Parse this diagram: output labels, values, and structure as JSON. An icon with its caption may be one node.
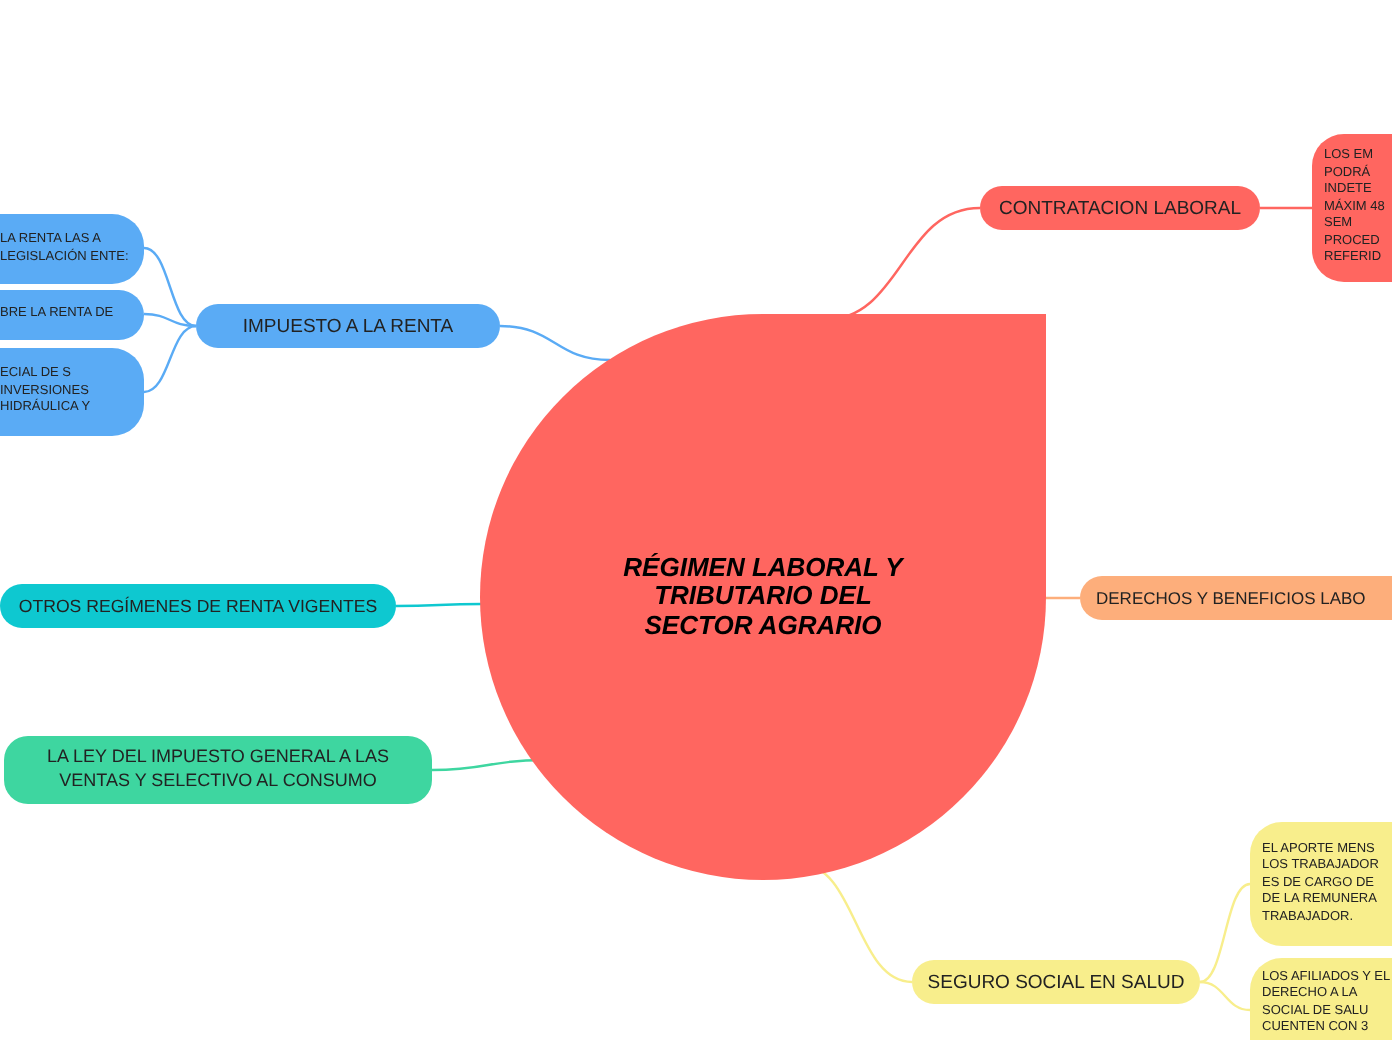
{
  "diagram": {
    "nodes": [
      {
        "text": [
          "RÉGIMEN LABORAL Y TRIBUTARIO DEL SECTOR AGRARIO"
        ]
      },
      {
        "text": [
          "CONTRATACION LABORAL"
        ]
      },
      {
        "text": [
          "LOS EM PODRÁ INDETE MÁXIM 48 SEM PROCED REFERID"
        ]
      },
      {
        "text": [
          "DERECHOS Y BENEFICIOS LABO"
        ]
      },
      {
        "text": [
          "SEGURO SOCIAL EN SALUD"
        ]
      },
      {
        "text": [
          "EL APORTE MENS LOS TRABAJADOR ES DE CARGO DE DE LA REMUNERA TRABAJADOR."
        ]
      },
      {
        "text": [
          "LOS AFILIADOS Y EL DERECHO A LA SOCIAL DE SALU CUENTEN CON 3"
        ]
      },
      {
        "text": [
          "IMPUESTO A LA RENTA"
        ]
      },
      {
        "text": [
          "LA RENTA LAS A LEGISLACIÓN ENTE:"
        ]
      },
      {
        "text": [
          "BRE LA RENTA DE"
        ]
      },
      {
        "text": [
          "ECIAL DE S INVERSIONES HIDRÁULICA Y"
        ]
      },
      {
        "text": [
          "OTROS REGÍMENES DE RENTA VIGENTES"
        ]
      },
      {
        "text": [
          "LA LEY DEL IMPUESTO GENERAL A LAS VENTAS Y SELECTIVO AL CONSUMO"
        ]
      }
    ],
    "edges": [
      {
        "from": 0,
        "to": 1,
        "arrow": "none",
        "color": "#ff6660"
      },
      {
        "from": 1,
        "to": 2,
        "arrow": "none",
        "color": "#ff6660"
      },
      {
        "from": 0,
        "to": 3,
        "arrow": "none",
        "color": "#fdae7b"
      },
      {
        "from": 0,
        "to": 4,
        "arrow": "none",
        "color": "#f8ee8c"
      },
      {
        "from": 4,
        "to": 5,
        "arrow": "none",
        "color": "#f8ee8c"
      },
      {
        "from": 4,
        "to": 6,
        "arrow": "none",
        "color": "#f8ee8c"
      },
      {
        "from": 0,
        "to": 7,
        "arrow": "none",
        "color": "#5aabf5"
      },
      {
        "from": 7,
        "to": 8,
        "arrow": "none",
        "color": "#5aabf5"
      },
      {
        "from": 7,
        "to": 9,
        "arrow": "none",
        "color": "#5aabf5"
      },
      {
        "from": 7,
        "to": 10,
        "arrow": "none",
        "color": "#5aabf5"
      },
      {
        "from": 0,
        "to": 11,
        "arrow": "none",
        "color": "#0ec8d0"
      },
      {
        "from": 0,
        "to": 12,
        "arrow": "none",
        "color": "#3ed6a0"
      }
    ]
  }
}
